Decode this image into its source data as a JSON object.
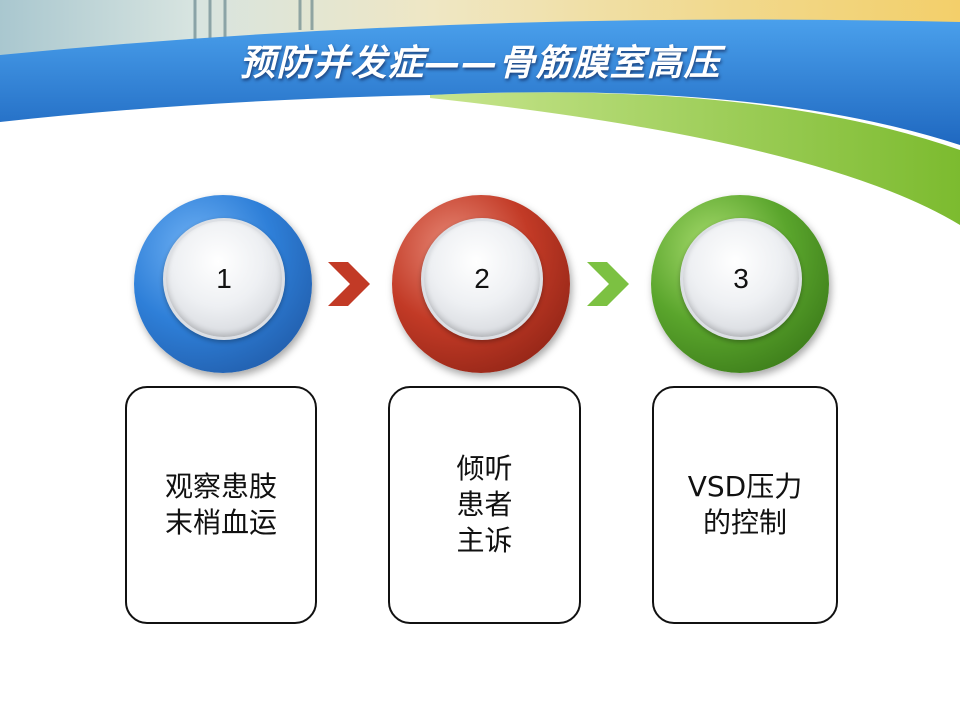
{
  "title": "预防并发症——骨筋膜室高压",
  "colors": {
    "banner": "#2a7fd4",
    "accent_green": "#8cc63f",
    "step1": "#2e7fd8",
    "step2": "#c23a26",
    "step3": "#5aa52c"
  },
  "steps": [
    {
      "number": "1",
      "text": "观察患肢\n末梢血运"
    },
    {
      "number": "2",
      "text": "倾听\n患者\n主诉"
    },
    {
      "number": "3",
      "text": "VSD压力\n的控制"
    }
  ],
  "icons": [
    "chevron-right-icon",
    "chevron-right-icon"
  ]
}
